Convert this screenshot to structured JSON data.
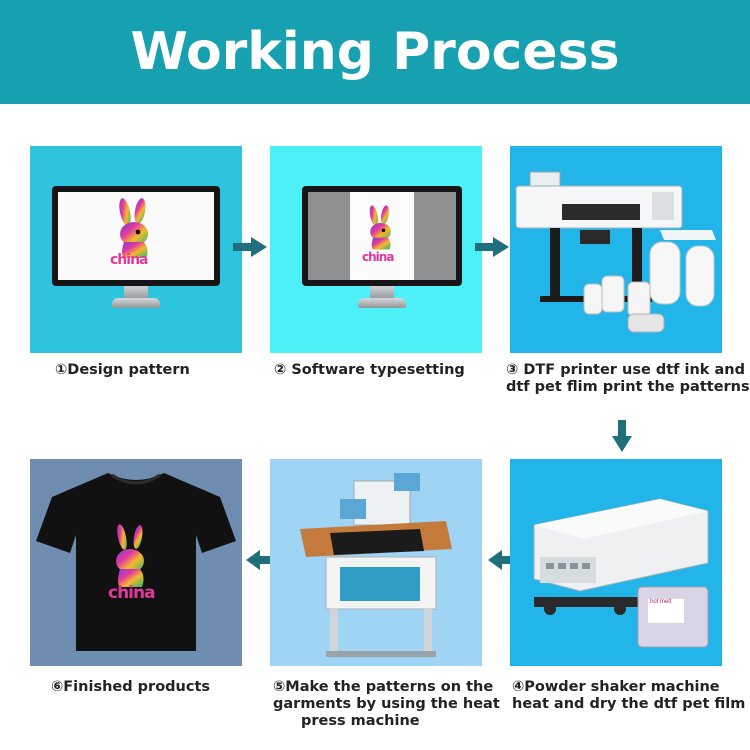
{
  "header": {
    "title": "Working Process"
  },
  "steps": [
    {
      "caption_lines": [
        "①Design pattern"
      ],
      "icon": "monitor-design-icon"
    },
    {
      "caption_lines": [
        "② Software typesetting"
      ],
      "icon": "monitor-software-icon"
    },
    {
      "caption_lines": [
        "③ DTF printer use dtf ink and",
        "dtf pet flim print the patterns"
      ],
      "icon": "dtf-printer-icon"
    },
    {
      "caption_lines": [
        "④Powder shaker machine",
        "heat and dry the dtf pet film"
      ],
      "icon": "powder-shaker-icon"
    },
    {
      "caption_lines": [
        "⑤Make the patterns on the",
        "garments by using the heat",
        "press machine"
      ],
      "icon": "heat-press-icon"
    },
    {
      "caption_lines": [
        "⑥Finished products"
      ],
      "icon": "tshirt-icon"
    }
  ],
  "artwork_text": "china",
  "package_label": "hot melt",
  "colors": {
    "header": "#17a0b0",
    "arrow": "#1f6f7c",
    "panel_cyan": "#2ec4de",
    "panel_light_cyan": "#4ef0f7",
    "panel_blue": "#21b5ea",
    "panel_sky": "#9fd4f5",
    "panel_slate": "#6f8db0"
  }
}
